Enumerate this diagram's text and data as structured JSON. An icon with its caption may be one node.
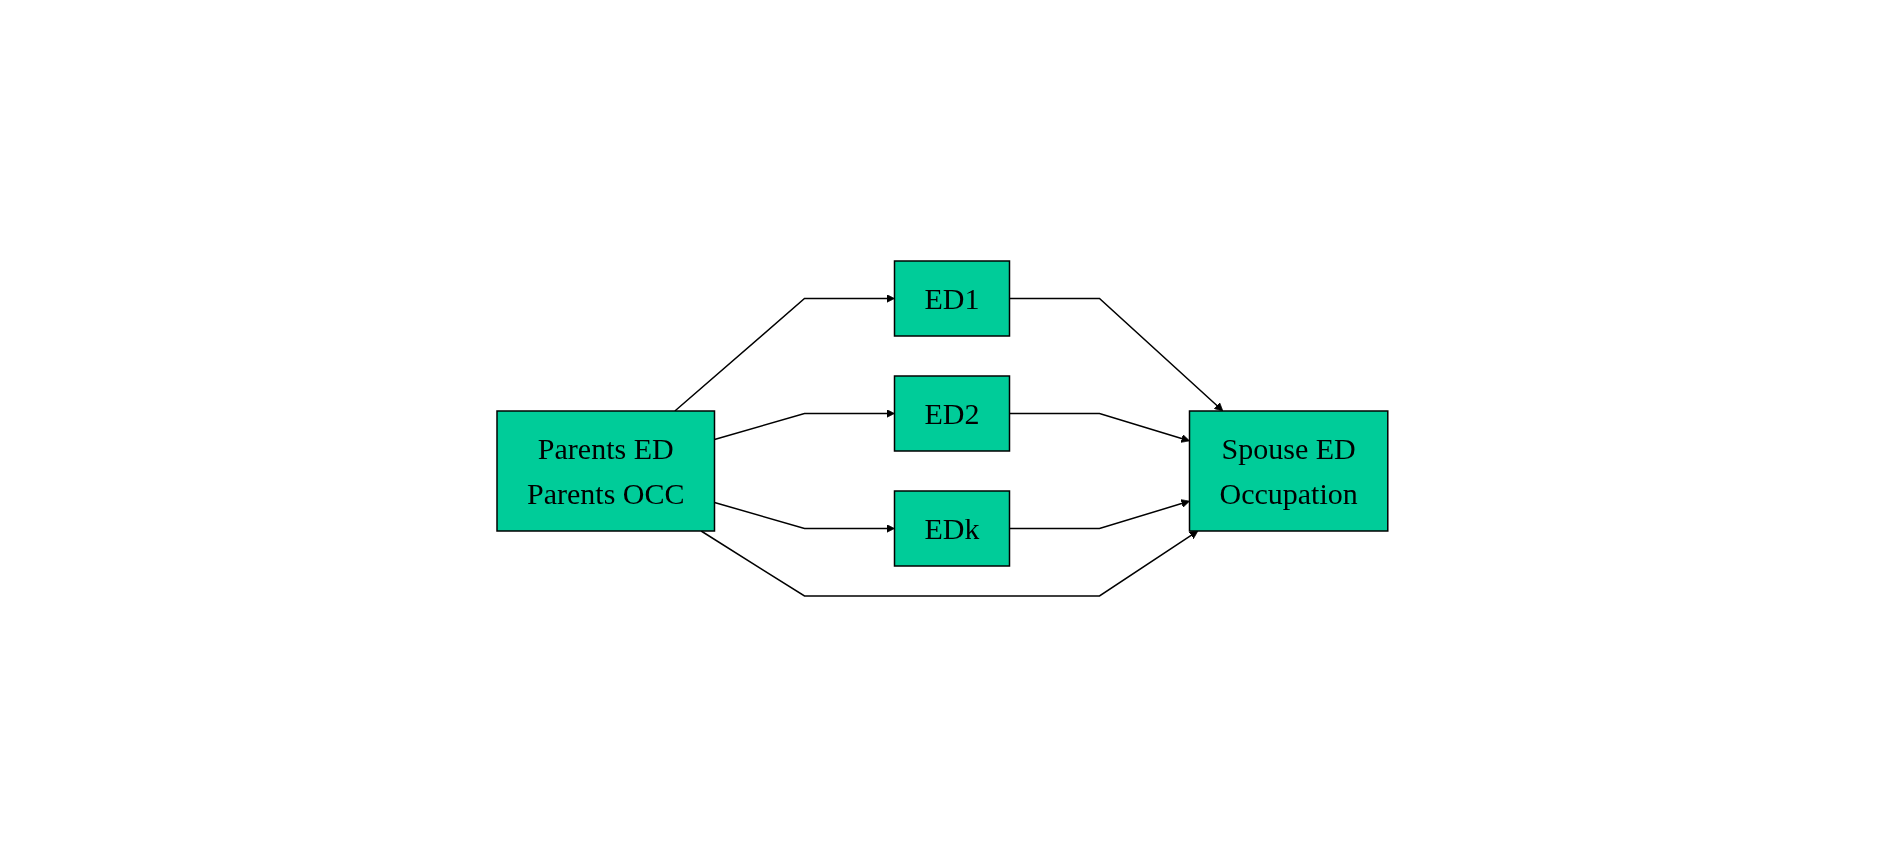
{
  "diagram": {
    "nodes": [
      {
        "text": [
          "Parents ED",
          "Parents OCC"
        ]
      },
      {
        "text": [
          "ED1"
        ]
      },
      {
        "text": [
          "ED2"
        ]
      },
      {
        "text": [
          "EDk"
        ]
      },
      {
        "text": [
          "Spouse ED",
          "Occupation"
        ]
      }
    ],
    "edges": [
      {
        "from": 0,
        "to": 1,
        "arrow": "to"
      },
      {
        "from": 0,
        "to": 2,
        "arrow": "to"
      },
      {
        "from": 0,
        "to": 3,
        "arrow": "to"
      },
      {
        "from": 1,
        "to": 4,
        "arrow": "to"
      },
      {
        "from": 2,
        "to": 4,
        "arrow": "to"
      },
      {
        "from": 3,
        "to": 4,
        "arrow": "to"
      },
      {
        "from": 0,
        "to": 4,
        "arrow": "to"
      }
    ]
  }
}
